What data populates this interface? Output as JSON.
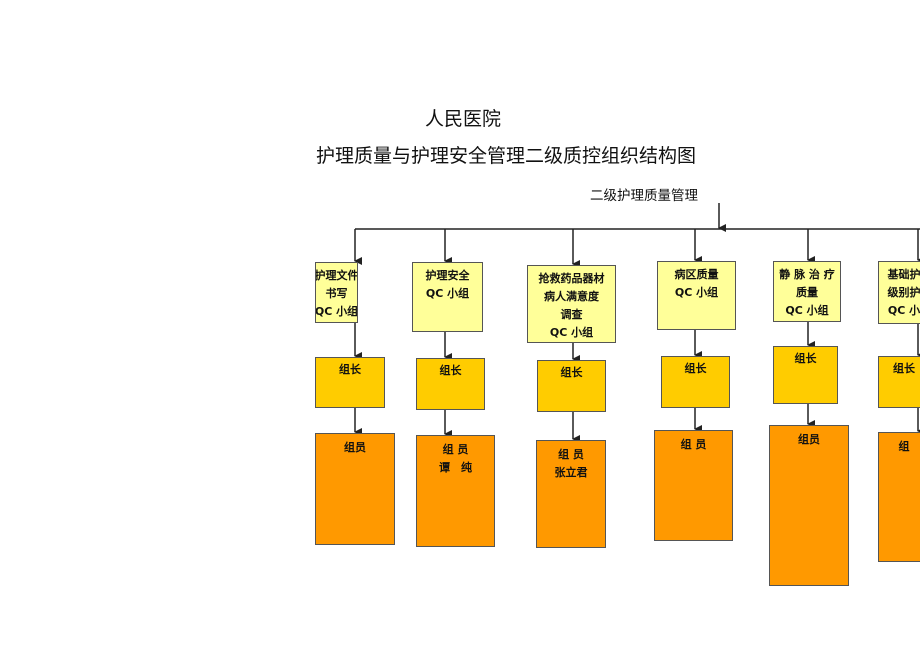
{
  "header": {
    "hospital": "人民医院",
    "title": "护理质量与护理安全管理二级质控组织结构图"
  },
  "root": {
    "label": "二级护理质量管理"
  },
  "groups": [
    {
      "name_lines": [
        "护理文件",
        "书写",
        "QC 小组"
      ],
      "leader": "组长",
      "member_lines": [
        "组员"
      ]
    },
    {
      "name_lines": [
        "护理安全",
        "QC 小组"
      ],
      "leader": "组长",
      "member_lines": [
        "组 员",
        "谭　纯"
      ]
    },
    {
      "name_lines": [
        "抢救药品器材",
        "病人满意度",
        "调查",
        "QC 小组"
      ],
      "leader": "组长",
      "member_lines": [
        "组 员",
        "张立君"
      ]
    },
    {
      "name_lines": [
        "病区质量",
        "QC 小组"
      ],
      "leader": "组长",
      "member_lines": [
        "组 员"
      ]
    },
    {
      "name_lines": [
        "静 脉 治 疗",
        "质量",
        "QC 小组"
      ],
      "leader": "组长",
      "member_lines": [
        "组员"
      ]
    },
    {
      "name_lines": [
        "基础护",
        "级别护",
        "QC 小"
      ],
      "leader": "组长",
      "member_lines": [
        "组"
      ]
    }
  ],
  "colors": {
    "group_box": "#ffff99",
    "leader_box": "#ffcc00",
    "member_box": "#ff9900",
    "line": "#222222"
  }
}
